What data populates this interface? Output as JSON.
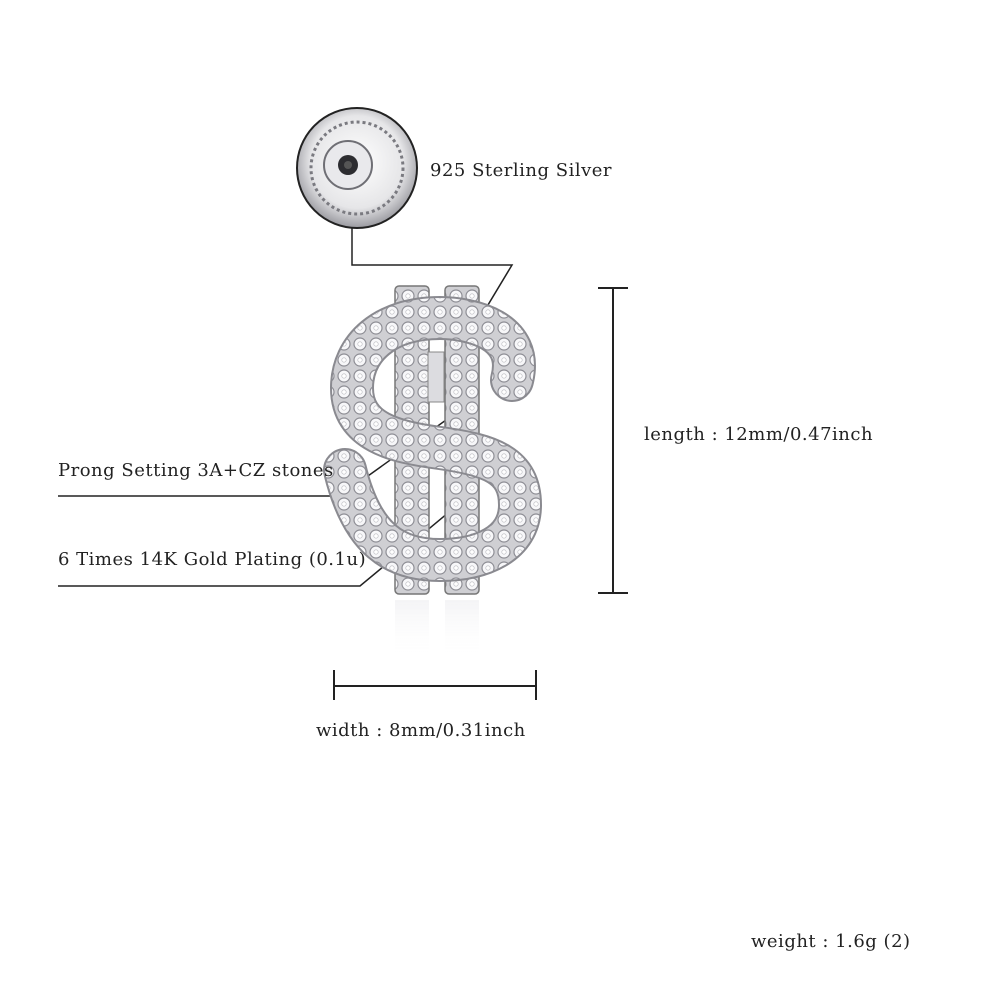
{
  "annotations": {
    "material": "925 Sterling Silver",
    "setting": "Prong Setting 3A+CZ stones",
    "plating": "6 Times 14K Gold Plating (0.1u)",
    "length": "length : 12mm/0.47inch",
    "width": "width : 8mm/0.31inch",
    "weight": "weight : 1.6g (2)"
  },
  "product": {
    "shape": "dollar-sign",
    "metal_color": "#d9d9dc",
    "stone_color": "#f4f4f6"
  },
  "icons": {
    "detail_inset": "screw-back-closeup-icon",
    "pendant": "dollar-sign-pendant-icon"
  }
}
